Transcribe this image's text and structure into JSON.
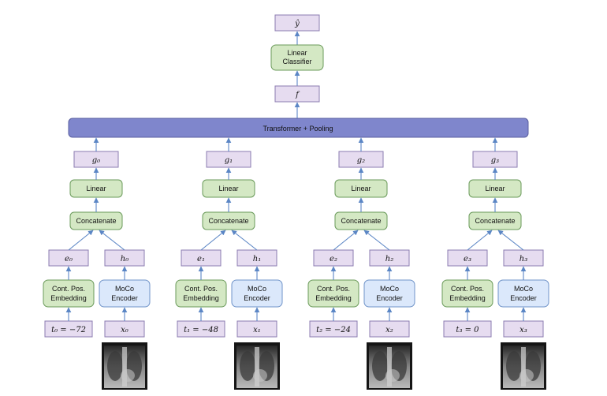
{
  "top": {
    "output": "ŷ",
    "classifier": [
      "Linear",
      "Classifier"
    ],
    "feature": "f"
  },
  "transformer": "Transformer + Pooling",
  "columns": [
    {
      "g": "g₀",
      "linear": "Linear",
      "concat": "Concatenate",
      "e": "e₀",
      "h": "h₀",
      "pos": [
        "Cont. Pos.",
        "Embedding"
      ],
      "enc": [
        "MoCo",
        "Encoder"
      ],
      "t": "t₀ = −72",
      "x": "x₀"
    },
    {
      "g": "g₁",
      "linear": "Linear",
      "concat": "Concatenate",
      "e": "e₁",
      "h": "h₁",
      "pos": [
        "Cont. Pos.",
        "Embedding"
      ],
      "enc": [
        "MoCo",
        "Encoder"
      ],
      "t": "t₁ = −48",
      "x": "x₁"
    },
    {
      "g": "g₂",
      "linear": "Linear",
      "concat": "Concatenate",
      "e": "e₂",
      "h": "h₂",
      "pos": [
        "Cont. Pos.",
        "Embedding"
      ],
      "enc": [
        "MoCo",
        "Encoder"
      ],
      "t": "t₂ = −24",
      "x": "x₂"
    },
    {
      "g": "g₃",
      "linear": "Linear",
      "concat": "Concatenate",
      "e": "e₃",
      "h": "h₃",
      "pos": [
        "Cont. Pos.",
        "Embedding"
      ],
      "enc": [
        "MoCo",
        "Encoder"
      ],
      "t": "t₃ = 0",
      "x": "x₃"
    }
  ]
}
